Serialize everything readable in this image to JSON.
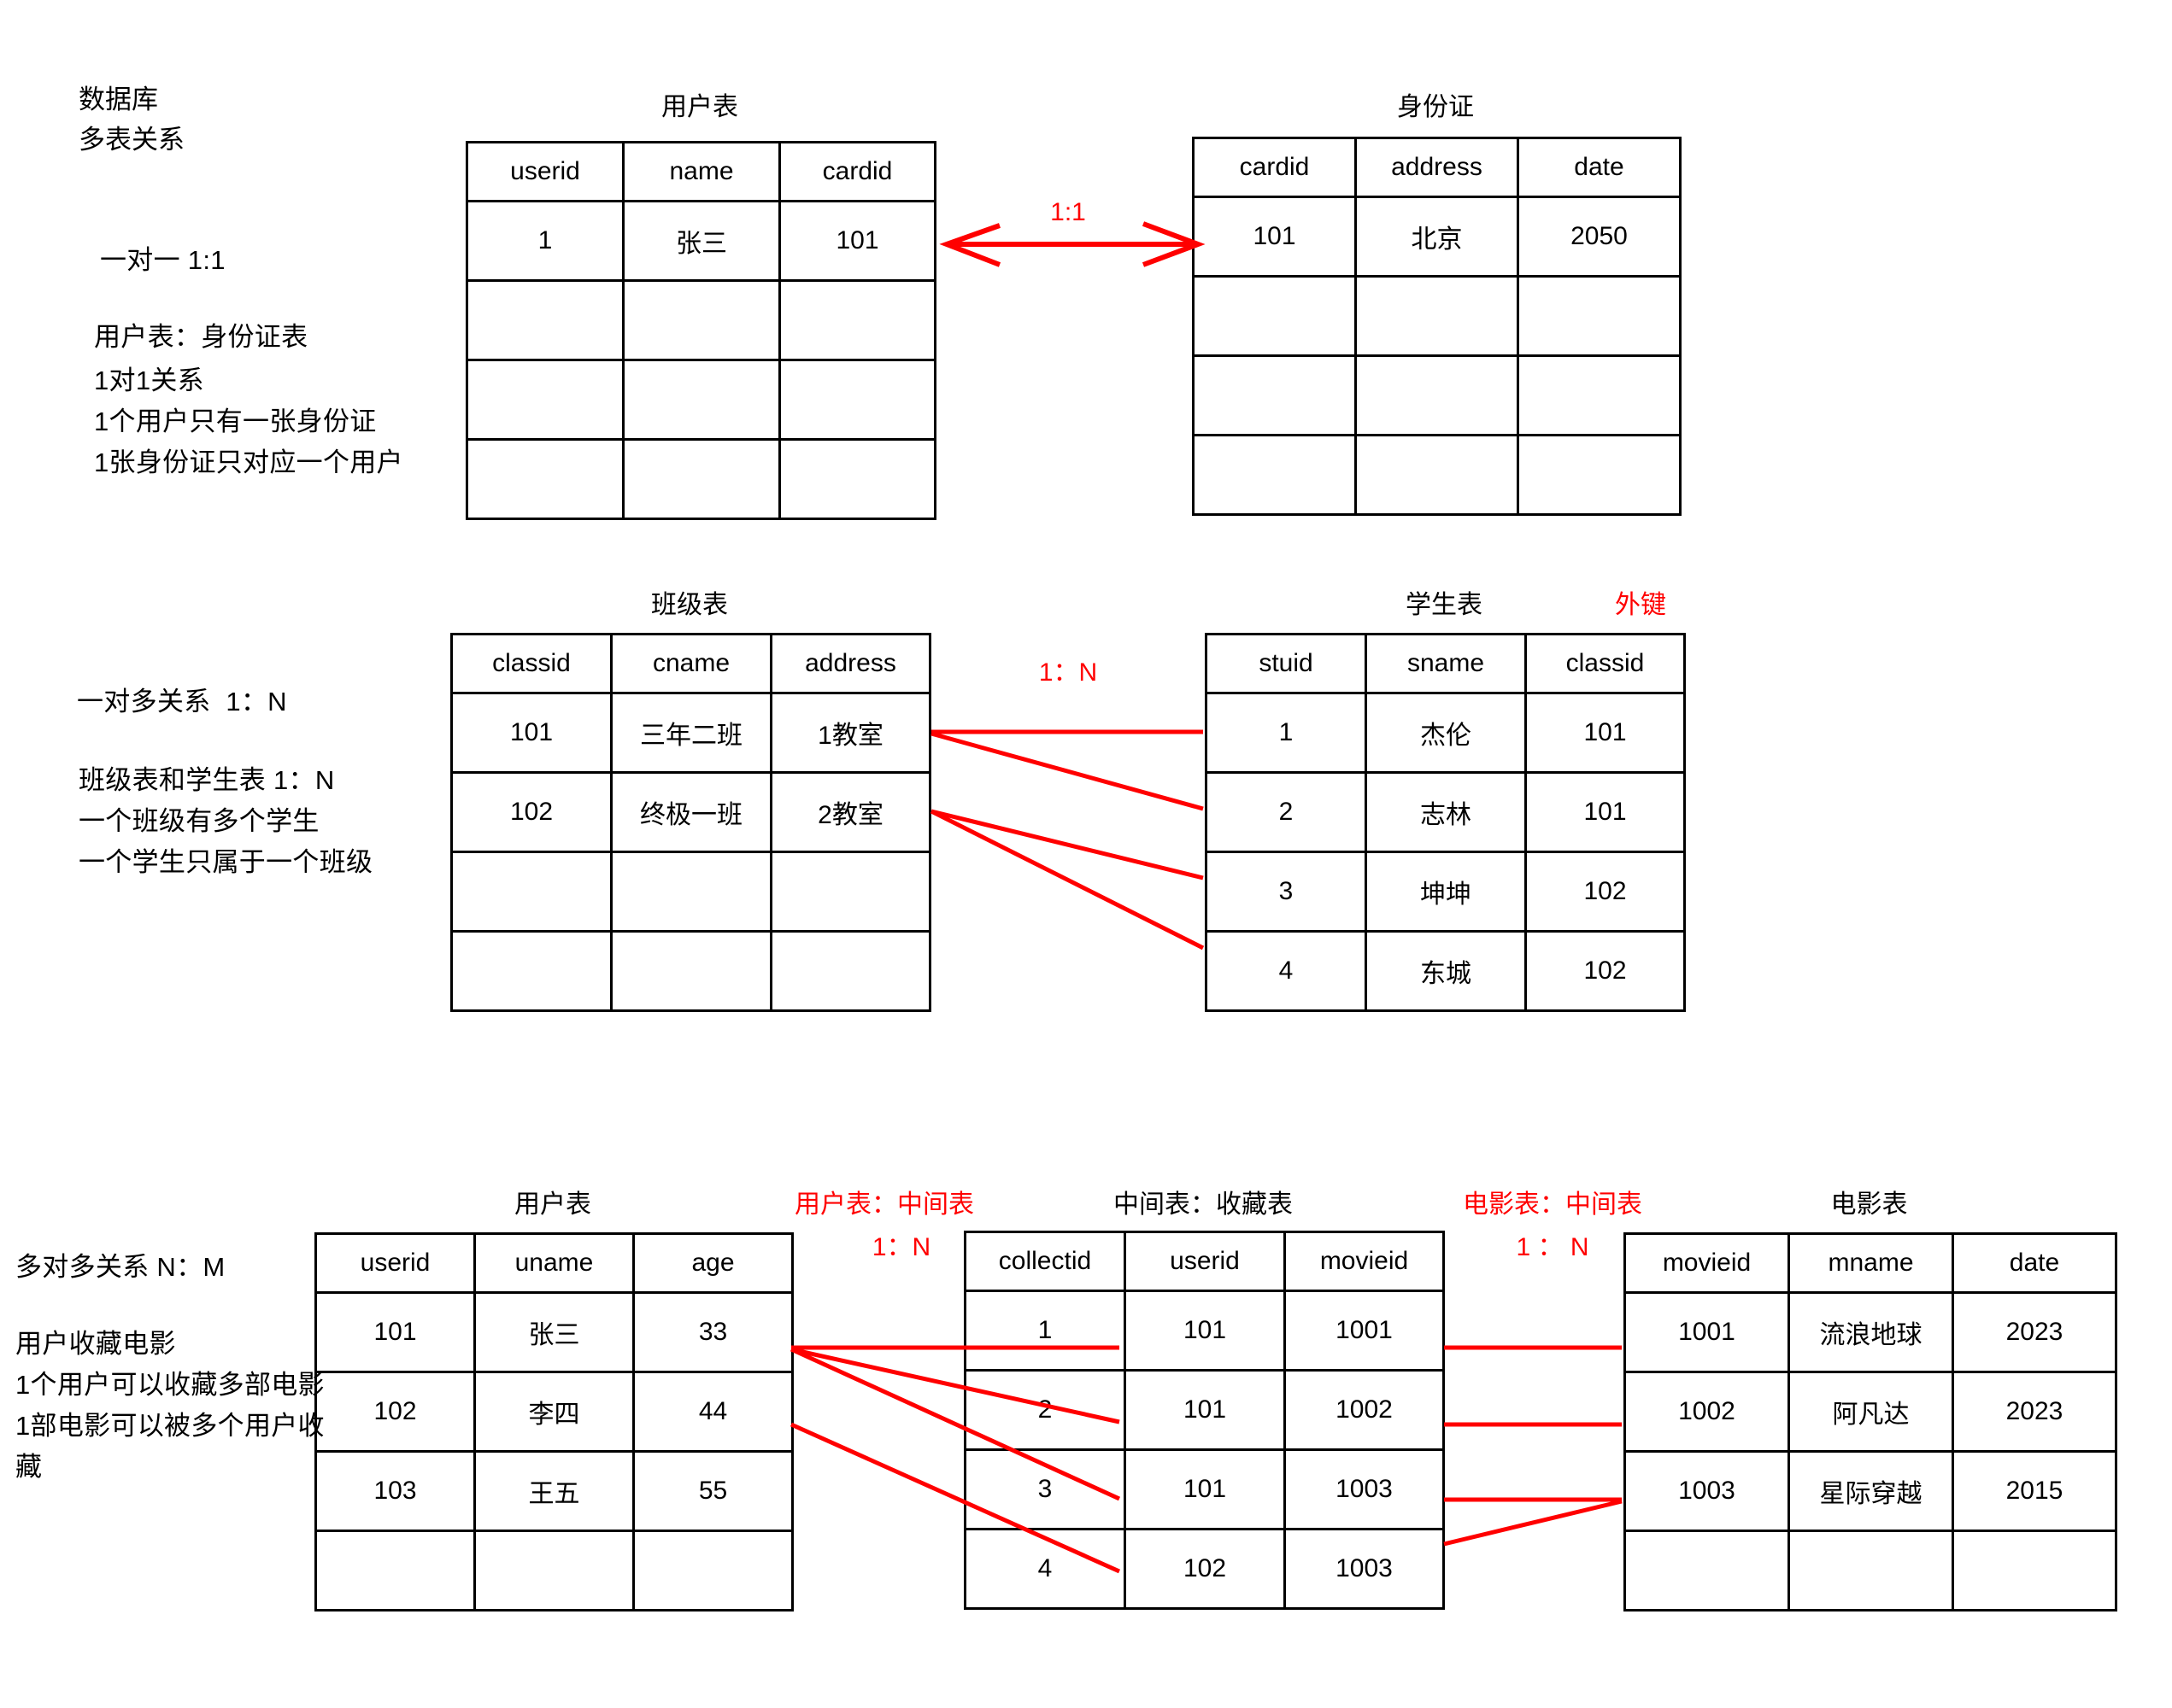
{
  "page": {
    "title_lines": [
      "数据库",
      "多表关系"
    ],
    "background": "#ffffff",
    "accent_red": "#ff0000",
    "line_black": "#000000"
  },
  "sections": [
    {
      "id": "one-to-one",
      "heading": "一对一 1:1",
      "notes": [
        "用户表：身份证表",
        "1对1关系",
        "1个用户只有一张身份证",
        "1张身份证只对应一个用户"
      ],
      "relation_label": "1:1",
      "left_table": {
        "title": "用户表",
        "columns": [
          "userid",
          "name",
          "cardid"
        ],
        "rows": [
          [
            "1",
            "张三",
            "101"
          ],
          [
            "",
            "",
            ""
          ],
          [
            "",
            "",
            ""
          ],
          [
            "",
            "",
            ""
          ]
        ]
      },
      "right_table": {
        "title": "身份证",
        "columns": [
          "cardid",
          "address",
          "date"
        ],
        "rows": [
          [
            "101",
            "北京",
            "2050"
          ],
          [
            "",
            "",
            ""
          ],
          [
            "",
            "",
            ""
          ],
          [
            "",
            "",
            ""
          ]
        ]
      }
    },
    {
      "id": "one-to-many",
      "heading": "一对多关系  1：N",
      "notes": [
        "班级表和学生表 1：N",
        "一个班级有多个学生",
        "一个学生只属于一个班级"
      ],
      "relation_label": "1：N",
      "foreign_key_label": "外键",
      "left_table": {
        "title": "班级表",
        "columns": [
          "classid",
          "cname",
          "address"
        ],
        "rows": [
          [
            "101",
            "三年二班",
            "1教室"
          ],
          [
            "102",
            "终极一班",
            "2教室"
          ],
          [
            "",
            "",
            ""
          ],
          [
            "",
            "",
            ""
          ]
        ]
      },
      "right_table": {
        "title": "学生表",
        "columns": [
          "stuid",
          "sname",
          "classid"
        ],
        "rows": [
          [
            "1",
            "杰伦",
            "101"
          ],
          [
            "2",
            "志林",
            "101"
          ],
          [
            "3",
            "坤坤",
            "102"
          ],
          [
            "4",
            "东城",
            "102"
          ]
        ]
      }
    },
    {
      "id": "many-to-many",
      "heading": "多对多关系 N：M",
      "notes": [
        "用户收藏电影",
        "1个用户可以收藏多部电影",
        "1部电影可以被多个用户收",
        "藏"
      ],
      "left_relation_label": "用户表：中间表",
      "left_relation_ratio": "1：N",
      "right_relation_label": "电影表：中间表",
      "right_relation_ratio": "1 ： N",
      "user_table": {
        "title": "用户表",
        "columns": [
          "userid",
          "uname",
          "age"
        ],
        "rows": [
          [
            "101",
            "张三",
            "33"
          ],
          [
            "102",
            "李四",
            "44"
          ],
          [
            "103",
            "王五",
            "55"
          ],
          [
            "",
            "",
            ""
          ]
        ]
      },
      "middle_table": {
        "title": "中间表：收藏表",
        "columns": [
          "collectid",
          "userid",
          "movieid"
        ],
        "rows": [
          [
            "1",
            "101",
            "1001"
          ],
          [
            "2",
            "101",
            "1002"
          ],
          [
            "3",
            "101",
            "1003"
          ],
          [
            "4",
            "102",
            "1003"
          ]
        ]
      },
      "movie_table": {
        "title": "电影表",
        "columns": [
          "movieid",
          "mname",
          "date"
        ],
        "rows": [
          [
            "1001",
            "流浪地球",
            "2023"
          ],
          [
            "1002",
            "阿凡达",
            "2023"
          ],
          [
            "1003",
            "星际穿越",
            "2015"
          ],
          [
            "",
            "",
            ""
          ]
        ]
      }
    }
  ]
}
